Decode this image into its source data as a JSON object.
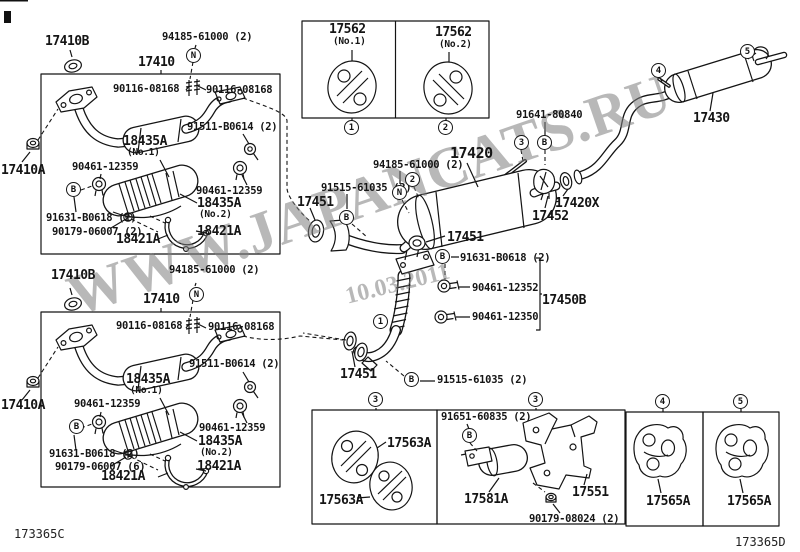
{
  "watermark": {
    "site": "WWW.JAPANCATS.RU",
    "date": "10.03.2011"
  },
  "sheet": {
    "code_left": "173365C",
    "code_right": "173365D"
  },
  "callouts": [
    "N",
    "B",
    "1",
    "2",
    "4",
    "5",
    "3",
    "B",
    "2",
    "N",
    "B",
    "B",
    "1",
    "B",
    "N",
    "B",
    "3",
    "3",
    "4",
    "5",
    "B"
  ],
  "labels": [
    "17410B",
    "94185-61000 (2)",
    "17410",
    "90116-08168",
    "90116-08168",
    "91511-B0614 (2)",
    "18435A",
    "(No.1)",
    "90461-12359",
    "90461-12359",
    "18435A",
    "(No.2)",
    "91631-B0618 (2)",
    "90179-06007 (2)",
    "18421A",
    "18421A",
    "17410A",
    "17562",
    "(No.1)",
    "17562",
    "(No.2)",
    "17430",
    "91641-80840",
    "17420",
    "94185-61000 (2)",
    "91515-61035 (2)",
    "17451",
    "17420X",
    "17452",
    "17451",
    "91631-B0618 (2)",
    "90461-12352",
    "17450B",
    "90461-12350",
    "91515-61035 (2)",
    "17451",
    "17410B",
    "94185-61000 (2)",
    "17410",
    "90116-08168",
    "90116-08168",
    "91511-B0614 (2)",
    "18435A",
    "(No.1)",
    "90461-12359",
    "90461-12359",
    "18435A",
    "(No.2)",
    "91631-B0618 (2)",
    "90179-06007 (6)",
    "18421A",
    "18421A",
    "17410A",
    "17563A",
    "17563A",
    "91651-60835 (2)",
    "17581A",
    "17551",
    "90179-08024 (2)",
    "17565A",
    "17565A",
    "173365C",
    "173365D"
  ]
}
